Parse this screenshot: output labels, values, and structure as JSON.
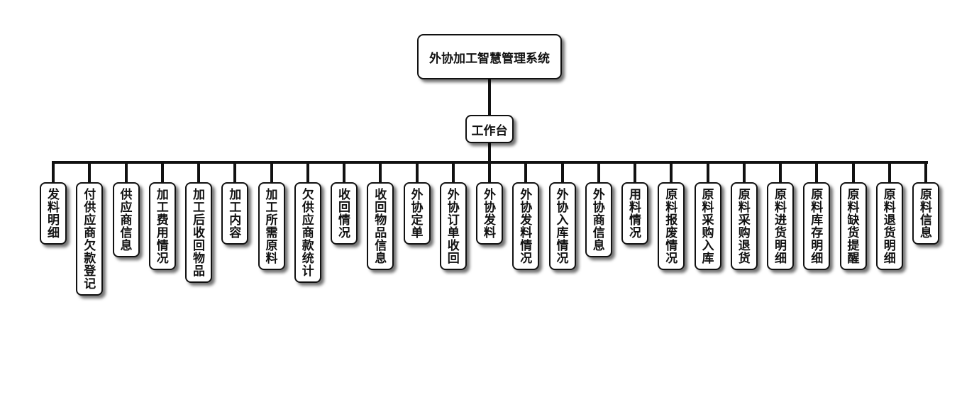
{
  "root": {
    "label": "外协加工智慧管理系统"
  },
  "hub": {
    "label": "工作台"
  },
  "leaves": [
    "发料明细",
    "付供应商欠款登记",
    "供应商信息",
    "加工费用情况",
    "加工后收回物品",
    "加工内容",
    "加工所需原料",
    "欠供应商款统计",
    "收回情况",
    "收回物品信息",
    "外协定单",
    "外协订单收回",
    "外协发料",
    "外协发料情况",
    "外协入库情况",
    "外协商信息",
    "用料情况",
    "原料报废情况",
    "原料采购入库",
    "原料采购退货",
    "原料进货明细",
    "原料库存明细",
    "原料缺货提醒",
    "原料退货明细",
    "原料信息"
  ]
}
